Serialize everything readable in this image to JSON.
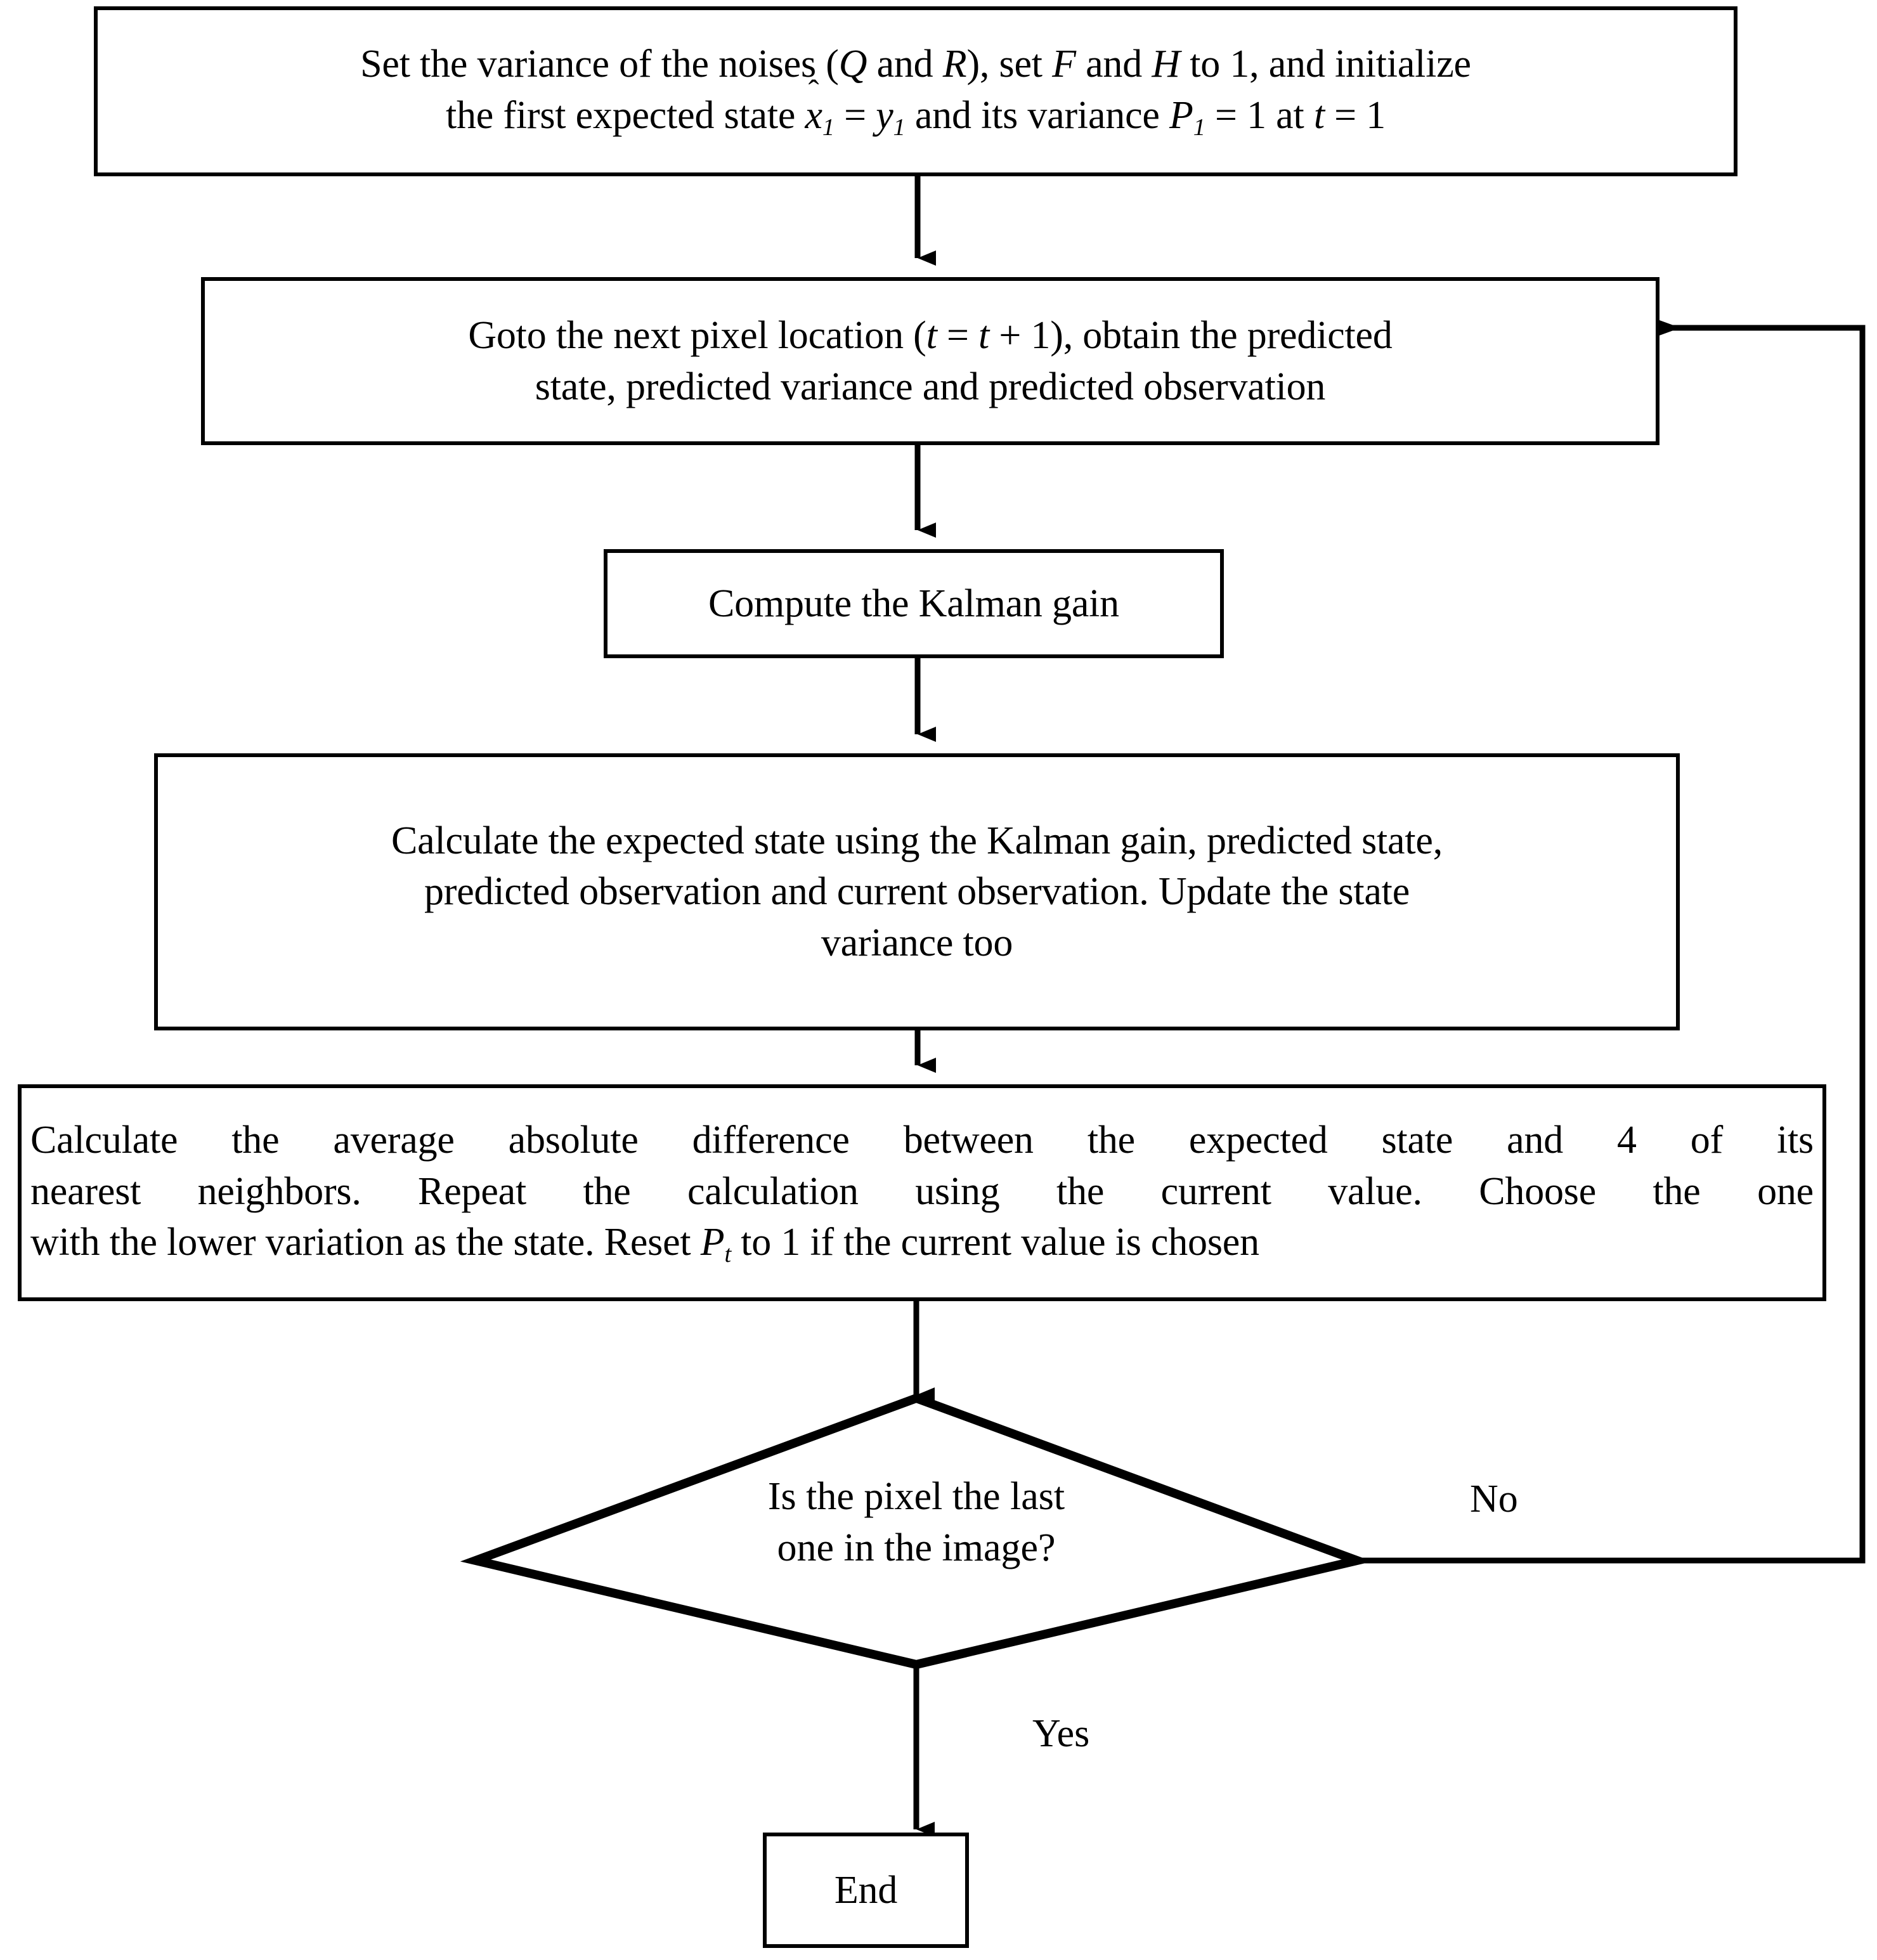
{
  "diagram": {
    "type": "flowchart",
    "title": "Kalman filter based pixel denoising flowchart",
    "background_color": "#ffffff",
    "line_color": "#000000",
    "nodes": [
      {
        "id": "init",
        "shape": "process",
        "text_line1": "Set the variance of the noises (Q and R), set F and H to 1, and initialize",
        "text_line2": "the first expected state x̂1 = y1 and its variance P1 = 1 at t = 1",
        "text_plain": "Set the variance of the noises (Q and R), set F and H to 1, and initialize the first expected state x̂1 = y1 and its variance P1 = 1 at t = 1"
      },
      {
        "id": "goto-next-pixel",
        "shape": "process",
        "text_line1": "Goto the next pixel location (t = t + 1), obtain the predicted",
        "text_line2": "state, predicted variance and predicted observation",
        "text_plain": "Goto the next pixel location (t = t + 1), obtain the predicted state, predicted variance and predicted observation"
      },
      {
        "id": "compute-kalman-gain",
        "shape": "process",
        "text_plain": "Compute the Kalman gain"
      },
      {
        "id": "calculate-expected-state",
        "shape": "process",
        "text_line1": "Calculate the expected state using the Kalman gain, predicted state,",
        "text_line2": "predicted observation and current observation. Update the state",
        "text_line3": "variance too",
        "text_plain": "Calculate the expected state using the Kalman gain, predicted state, predicted observation and current observation. Update the state variance too"
      },
      {
        "id": "calculate-average-difference",
        "shape": "process",
        "text_line1": "Calculate the average absolute difference between the expected state and 4 of its",
        "text_line2": "nearest neighbors. Repeat the calculation using the current value. Choose the one",
        "text_line3": "with the lower variation as the state. Reset Pt to 1 if the current value is chosen",
        "text_plain": "Calculate the average absolute difference between the expected state and 4 of its nearest neighbors. Repeat the calculation using the current value. Choose the one with the lower variation as the state. Reset Pt to 1 if the current value is chosen"
      },
      {
        "id": "is-last-pixel",
        "shape": "decision",
        "text_line1": "Is the pixel the last",
        "text_line2": "one in the image?",
        "text_plain": "Is the pixel the last one in the image?"
      },
      {
        "id": "end",
        "shape": "terminator",
        "text_plain": "End"
      }
    ],
    "edge_labels": {
      "no": "No",
      "yes": "Yes"
    }
  }
}
